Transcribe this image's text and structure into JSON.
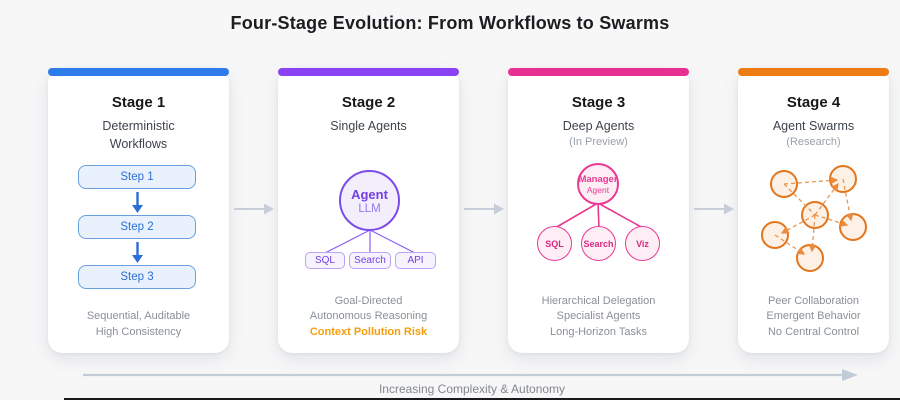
{
  "title": "Four-Stage Evolution: From Workflows to Swarms",
  "bottom_axis": {
    "label": "Increasing Complexity & Autonomy"
  },
  "colors": {
    "stage1_accent": "#2e7ce9",
    "stage2_accent": "#8b42f5",
    "stage3_accent": "#e82f92",
    "stage4_accent": "#ee7c15",
    "warning": "#f59e0b",
    "flow_arrow": "#c7cdd9"
  },
  "stages": [
    {
      "title": "Stage 1",
      "subtitle": "Deterministic Workflows",
      "steps": [
        "Step 1",
        "Step 2",
        "Step 3"
      ],
      "footer": [
        "Sequential, Auditable",
        "High Consistency"
      ]
    },
    {
      "title": "Stage 2",
      "subtitle": "Single Agents",
      "agent": {
        "name": "Agent",
        "type": "LLM"
      },
      "tools": [
        "SQL",
        "Search",
        "API"
      ],
      "footer": [
        "Goal-Directed",
        "Autonomous Reasoning"
      ],
      "warning": "Context Pollution Risk"
    },
    {
      "title": "Stage 3",
      "subtitle": "Deep Agents",
      "note": "(In Preview)",
      "manager": {
        "name": "Manager",
        "type": "Agent"
      },
      "subagents": [
        "SQL",
        "Search",
        "Viz"
      ],
      "footer": [
        "Hierarchical Delegation",
        "Specialist Agents",
        "Long-Horizon Tasks"
      ]
    },
    {
      "title": "Stage 4",
      "subtitle": "Agent Swarms",
      "note": "(Research)",
      "footer": [
        "Peer Collaboration",
        "Emergent Behavior",
        "No Central Control"
      ]
    }
  ]
}
